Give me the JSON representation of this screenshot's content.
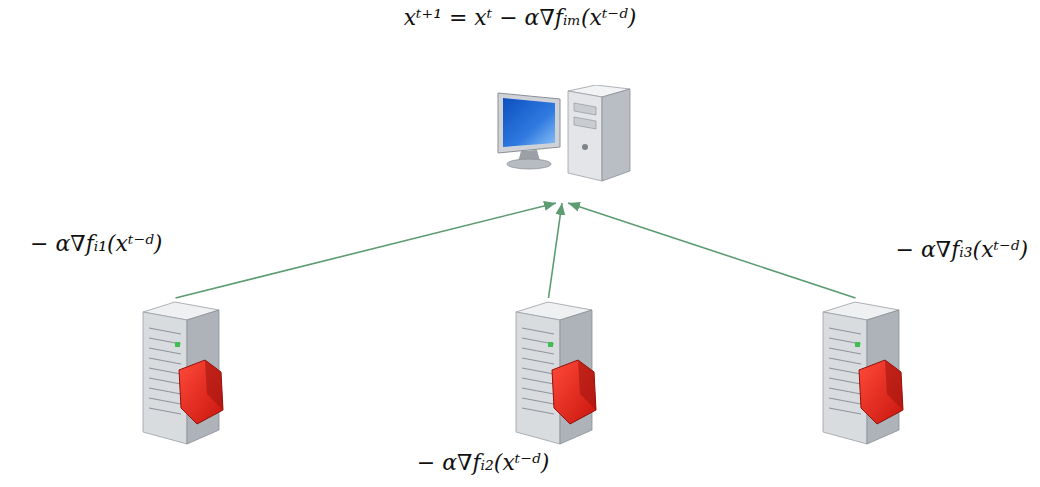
{
  "diagram": {
    "nodes": [
      {
        "text": [
          "xᵗ⁺¹ = xᵗ − α∇fᵢₘ(xᵗ⁻ᵈ)"
        ]
      },
      {
        "text": [
          "− α∇fᵢ₁(xᵗ⁻ᵈ)"
        ]
      },
      {
        "text": [
          "− α∇fᵢ₂(xᵗ⁻ᵈ)"
        ]
      },
      {
        "text": [
          "− α∇fᵢ₃(xᵗ⁻ᵈ)"
        ]
      }
    ],
    "edges": [
      {
        "from": 1,
        "to": 0,
        "arrow": "to"
      },
      {
        "from": 2,
        "to": 0,
        "arrow": "to"
      },
      {
        "from": 3,
        "to": 0,
        "arrow": "to"
      }
    ]
  }
}
